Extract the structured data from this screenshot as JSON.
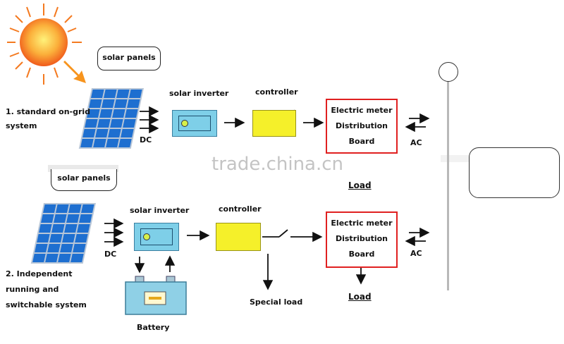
{
  "system1": {
    "title_line1": "1. standard on-grid",
    "title_line2": "system",
    "panels_label": "solar panels",
    "dc_label": "DC",
    "inverter_label": "solar inverter",
    "controller_label": "controller",
    "meter_line1": "Electric meter",
    "meter_line2": "Distribution",
    "meter_line3": "Board",
    "ac_label": "AC",
    "load_label": "Load"
  },
  "system2": {
    "title_line1": "2. Independent",
    "title_line2": "running and",
    "title_line3": "switchable system",
    "panels_label": "solar panels",
    "dc_label": "DC",
    "inverter_label": "solar inverter",
    "controller_label": "controller",
    "battery_label": "Battery",
    "special_load_label": "Special load",
    "meter_line1": "Electric meter",
    "meter_line2": "Distribution",
    "meter_line3": "Board",
    "ac_label": "AC",
    "load_label": "Load"
  },
  "watermark": "trade.china.cn",
  "colors": {
    "sun": "#f7941d",
    "panel": "#1e6fd0",
    "inverter": "#7ecfe8",
    "controller": "#f5f02a",
    "meter_border": "#e02020"
  }
}
